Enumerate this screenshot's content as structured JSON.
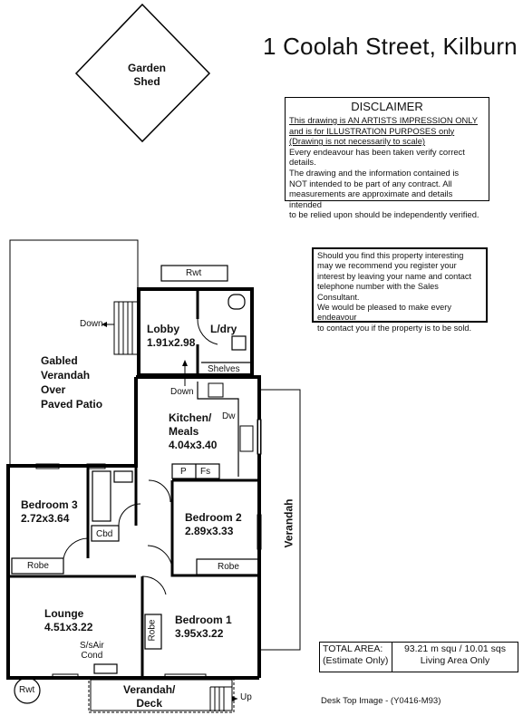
{
  "header": {
    "address": "1 Coolah Street, Kilburn"
  },
  "disclaimer": {
    "heading": "DISCLAIMER",
    "line1": "This drawing is AN ARTISTS IMPRESSION ONLY",
    "line2": "and is for ILLUSTRATION PURPOSES only",
    "line3": "(Drawing is not necessarily to scale)",
    "line4": "Every endeavour has been taken verify correct details.",
    "line5": "The drawing and the information contained is",
    "line6": "NOT intended to be part of any contract.  All",
    "line7": "measurements are approximate and details intended",
    "line8": "to be relied upon should be independently verified."
  },
  "interest": {
    "line1": "Should you find this property interesting",
    "line2": "may we recommend you register your",
    "line3": "interest by leaving your name and contact",
    "line4": "telephone number with the Sales Consultant.",
    "line5": "We would be pleased to make every endeavour",
    "line6": "to contact you if the property is to be sold."
  },
  "area": {
    "label1": "TOTAL AREA:",
    "label2": "(Estimate Only)",
    "value1": "93.21 m squ /  10.01 sqs",
    "value2": "Living Area Only"
  },
  "footer": {
    "image_ref": "Desk Top Image -   (Y0416-M93)"
  },
  "plan": {
    "garden_shed": {
      "line1": "Garden",
      "line2": "Shed"
    },
    "verandah_patio": {
      "line1": "Gabled",
      "line2": "Verandah",
      "line3": "Over",
      "line4": "Paved Patio"
    },
    "rwt_top": "Rwt",
    "rwt_bottom": "Rwt",
    "lobby": {
      "name": "Lobby",
      "size": "1.91x2.98"
    },
    "laundry": "L/dry",
    "shelves": "Shelves",
    "down_left": "Down",
    "down_mid": "Down",
    "kitchen": {
      "name": "Kitchen/",
      "name2": "Meals",
      "size": "4.04x3.40"
    },
    "dw": "Dw",
    "pantry": "P",
    "fridge": "Fs",
    "bedroom3": {
      "name": "Bedroom 3",
      "size": "2.72x3.64"
    },
    "cbd": "Cbd",
    "robe_b3": "Robe",
    "bedroom2": {
      "name": "Bedroom 2",
      "size": "2.89x3.33"
    },
    "robe_b2": "Robe",
    "verandah_side": "Verandah",
    "lounge": {
      "name": "Lounge",
      "size": "4.51x3.22"
    },
    "aircond": {
      "line1": "S/sAir",
      "line2": "Cond"
    },
    "bedroom1": {
      "name": "Bedroom 1",
      "size": "3.95x3.22"
    },
    "robe_b1": "Robe",
    "front_deck": {
      "line1": "Verandah/",
      "line2": "Deck"
    },
    "up": "Up"
  }
}
